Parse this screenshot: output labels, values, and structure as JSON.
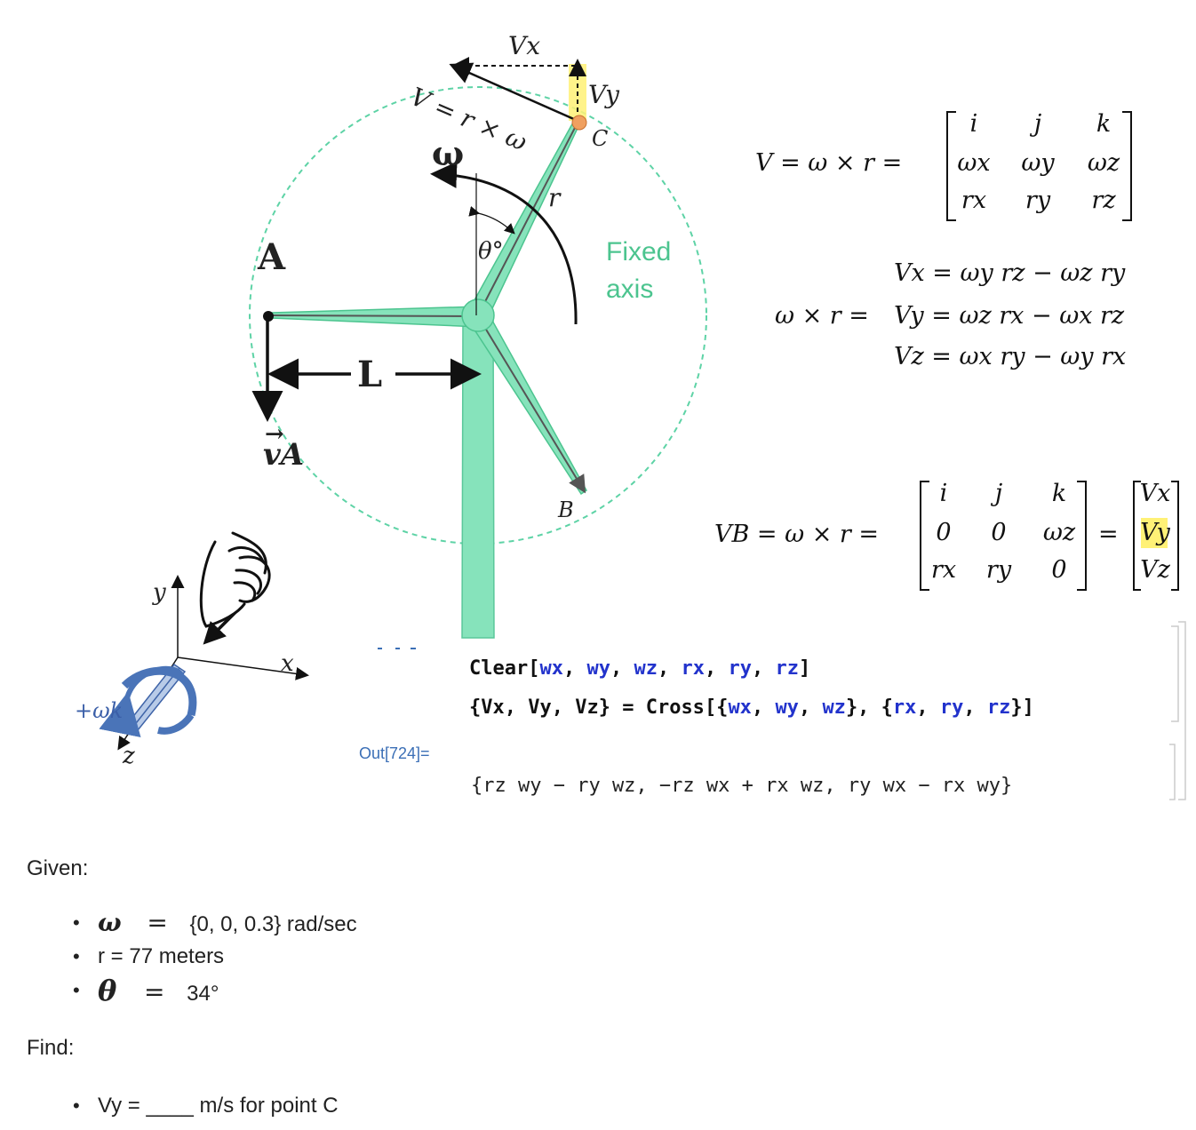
{
  "figure": {
    "labels": {
      "vx_top": "Vx",
      "vy_side": "Vy",
      "v_eq": "V = r × ω",
      "point_c": "C",
      "omega": "ω",
      "r": "r",
      "theta": "θ°",
      "fixed": "Fixed",
      "axis": "axis",
      "point_a": "A",
      "length": "L",
      "va": "vA",
      "point_b": "B"
    },
    "coords": {
      "y": "y",
      "x": "x",
      "z": "z",
      "omega_k": "+ωk"
    },
    "colors": {
      "turbine": "#7ee0b4",
      "turbine_edge": "#4cc48f",
      "circle": "#5ed3a6",
      "fixed_axis_text": "#4cc48f",
      "highlight": "#fff176",
      "rotation_arrow": "#4a74b8"
    }
  },
  "equations": {
    "eq1_lhs": "V = ω × r  =",
    "matrix1": [
      [
        "i",
        "j",
        "k"
      ],
      [
        "ωx",
        "ωy",
        "ωz"
      ],
      [
        "rx",
        "ry",
        "rz"
      ]
    ],
    "eq2_lhs": "ω × r  =",
    "eq2_lines": [
      "Vx = ωy rz − ωz ry",
      "Vy = ωz rx − ωx rz",
      "Vz = ωx ry − ωy rx"
    ],
    "eq3_lhs": "VB = ω × r  =",
    "matrix2": [
      [
        "i",
        "j",
        "k"
      ],
      [
        "0",
        "0",
        "ωz"
      ],
      [
        "rx",
        "ry",
        "0"
      ]
    ],
    "eq3_eq": "=",
    "vector": [
      "Vx",
      "Vy",
      "Vz"
    ]
  },
  "code": {
    "line1": {
      "fn": "Clear",
      "args": [
        "wx",
        "wy",
        "wz",
        "rx",
        "ry",
        "rz"
      ]
    },
    "line2": {
      "lhs": "{Vx, Vy, Vz}",
      "fn": "Cross",
      "args1": [
        "wx",
        "wy",
        "wz"
      ],
      "args2": [
        "rx",
        "ry",
        "rz"
      ]
    },
    "out_label": "Out[724]=",
    "output": "{rz wy − ry wz, −rz wx + rx wz, ry wx − rx wy}"
  },
  "given": {
    "heading": "Given:",
    "items": [
      {
        "sym": "ω",
        "eq": "=",
        "val": "{0, 0, 0.3} rad/sec"
      },
      {
        "text": "r = 77 meters"
      },
      {
        "sym": "θ",
        "eq": "=",
        "val": "34°"
      }
    ]
  },
  "find": {
    "heading": "Find:",
    "items": [
      "Vy = ____ m/s for point C"
    ]
  }
}
